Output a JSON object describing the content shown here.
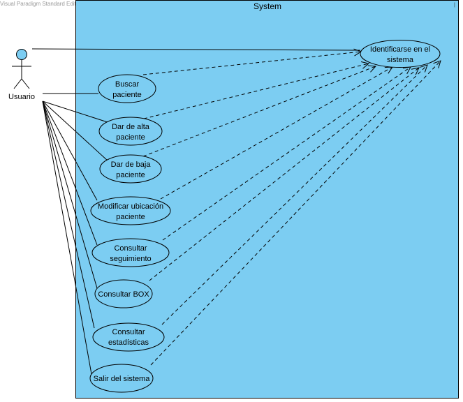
{
  "watermark": "Visual Paradigm Standard Edition(E.S. Ingenier",
  "system": {
    "title": "System"
  },
  "actor": {
    "name": "Usuario",
    "icon": "actor-icon"
  },
  "use_cases": [
    {
      "id": "identificarse",
      "lines": [
        "Identificarse en el",
        "sistema"
      ]
    },
    {
      "id": "buscar",
      "lines": [
        "Buscar",
        "paciente"
      ]
    },
    {
      "id": "alta",
      "lines": [
        "Dar de alta",
        "paciente"
      ]
    },
    {
      "id": "baja",
      "lines": [
        "Dar de baja",
        "paciente"
      ]
    },
    {
      "id": "ubicacion",
      "lines": [
        "Modificar ubicación",
        "paciente"
      ]
    },
    {
      "id": "seguimiento",
      "lines": [
        "Consultar",
        "seguimiento"
      ]
    },
    {
      "id": "box",
      "lines": [
        "Consultar BOX"
      ]
    },
    {
      "id": "estadisticas",
      "lines": [
        "Consultar",
        "estadísticas"
      ]
    },
    {
      "id": "salir",
      "lines": [
        "Salir del sistema"
      ]
    }
  ],
  "colors": {
    "system_fill": "#7ccdf2",
    "usecase_fill": "#7ccdf2",
    "actor_head": "#7ccdf2",
    "line": "#000000"
  }
}
